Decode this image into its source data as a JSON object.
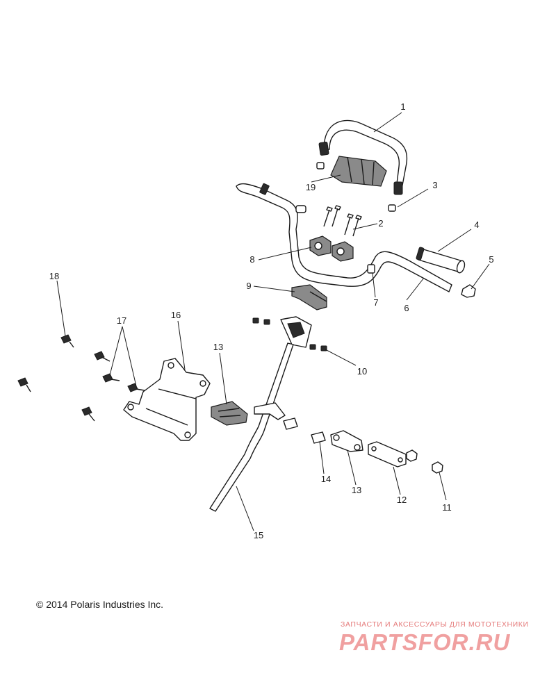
{
  "callouts": [
    "1",
    "2",
    "3",
    "4",
    "5",
    "6",
    "7",
    "8",
    "9",
    "10",
    "11",
    "12",
    "13",
    "13",
    "14",
    "15",
    "16",
    "17",
    "18",
    "19"
  ],
  "copyright": "© 2014 Polaris Industries Inc.",
  "watermark": {
    "tagline": "ЗАПЧАСТИ И АКСЕССУАРЫ ДЛЯ МОТОТЕХНИКИ",
    "logo": "PARTSFOR.RU"
  }
}
